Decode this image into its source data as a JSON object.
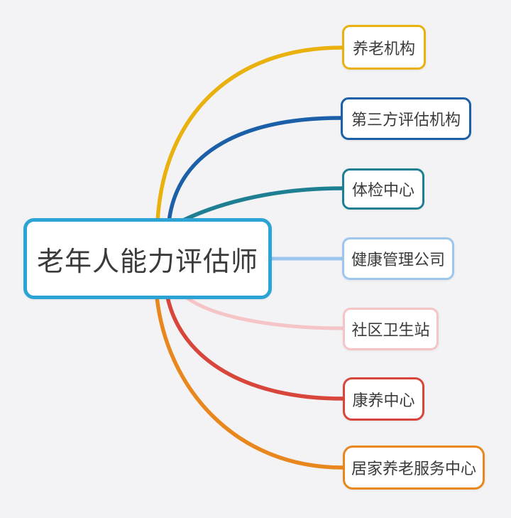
{
  "canvas": {
    "background_color": "#f3f3f5",
    "text_color": "#3a3a3a"
  },
  "central_node": {
    "label": "老年人能力评估师",
    "border_color": "#2BA3D4"
  },
  "branches": [
    {
      "label": "养老机构",
      "color": "#E9B10E"
    },
    {
      "label": "第三方评估机构",
      "color": "#1A5FA8"
    },
    {
      "label": "体检中心",
      "color": "#1E7F92"
    },
    {
      "label": "健康管理公司",
      "color": "#9DC6EE"
    },
    {
      "label": "社区卫生站",
      "color": "#F5C4C6"
    },
    {
      "label": "康养中心",
      "color": "#D8453A"
    },
    {
      "label": "居家养老服务中心",
      "color": "#E8871E"
    }
  ]
}
